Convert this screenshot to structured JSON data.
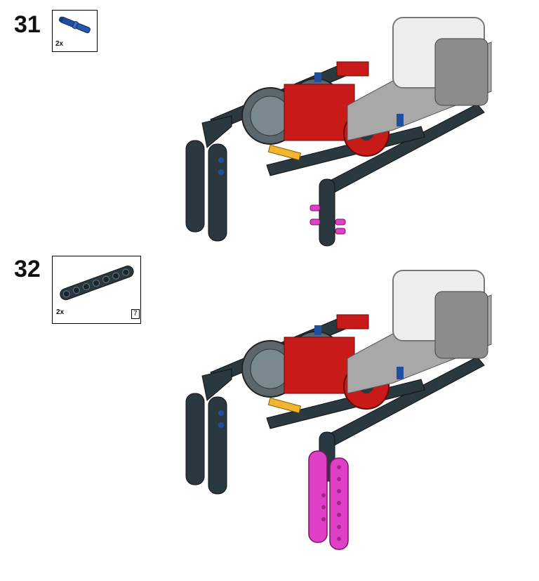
{
  "steps": [
    {
      "number": "31",
      "parts": [
        {
          "name": "blue-axle-pin-icon",
          "quantity": "2x"
        }
      ]
    },
    {
      "number": "32",
      "parts": [
        {
          "name": "dark-gray-beam-icon",
          "quantity": "2x",
          "length": "7"
        }
      ]
    }
  ],
  "colors": {
    "dark_bluish_gray": "#2a3840",
    "light_gray": "#a8a8a8",
    "white": "#eeeeee",
    "red": "#c91a1a",
    "blue": "#1f4f9e",
    "yellow": "#f2b530",
    "magenta": "#e040c8"
  }
}
